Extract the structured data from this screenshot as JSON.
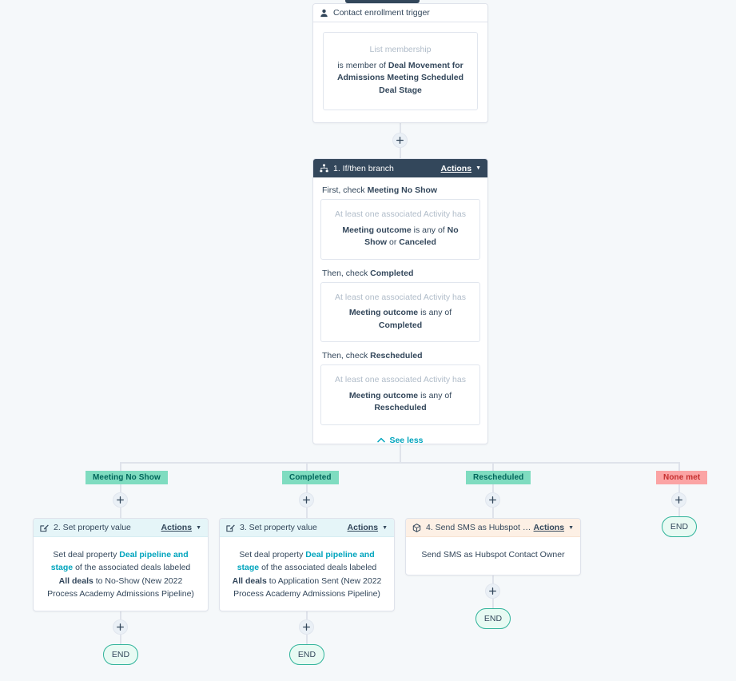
{
  "workflow": {
    "trigger": {
      "icon": "contact-person-icon",
      "title": "Contact enrollment trigger",
      "condition": {
        "muted": "List membership",
        "prefix": "is member of ",
        "bold": "Deal Movement for Admissions Meeting Scheduled Deal Stage"
      }
    },
    "branch": {
      "icon": "branch-sitemap-icon",
      "title": "1. If/then branch",
      "actions_label": "Actions",
      "see_less_label": "See less",
      "checks": [
        {
          "label_prefix": "First, check ",
          "label_bold": "Meeting No Show",
          "muted": "At least one associated Activity has",
          "parts": [
            {
              "text": "Meeting outcome",
              "bold": true
            },
            {
              "text": " is any of ",
              "bold": false
            },
            {
              "text": "No Show",
              "bold": true
            },
            {
              "text": " or ",
              "bold": false
            },
            {
              "text": "Canceled",
              "bold": true
            }
          ]
        },
        {
          "label_prefix": "Then, check ",
          "label_bold": "Completed",
          "muted": "At least one associated Activity has",
          "parts": [
            {
              "text": "Meeting outcome",
              "bold": true
            },
            {
              "text": " is any of ",
              "bold": false
            },
            {
              "text": "Completed",
              "bold": true
            }
          ]
        },
        {
          "label_prefix": "Then, check ",
          "label_bold": "Rescheduled",
          "muted": "At least one associated Activity has",
          "parts": [
            {
              "text": "Meeting outcome",
              "bold": true
            },
            {
              "text": " is any of ",
              "bold": false
            },
            {
              "text": "Rescheduled",
              "bold": true
            }
          ]
        }
      ]
    },
    "branch_labels": [
      {
        "text": "Meeting No Show",
        "type": "positive"
      },
      {
        "text": "Completed",
        "type": "positive"
      },
      {
        "text": "Rescheduled",
        "type": "positive"
      },
      {
        "text": "None met",
        "type": "negative"
      }
    ],
    "actions": [
      {
        "icon": "edit-property-icon",
        "title": "2. Set property value",
        "actions_label": "Actions",
        "head_style": "property",
        "body_parts": [
          {
            "text": "Set deal property ",
            "style": "plain"
          },
          {
            "text": "Deal pipeline and stage",
            "style": "link"
          },
          {
            "text": " of the associated deals labeled ",
            "style": "plain"
          },
          {
            "text": "All deals",
            "style": "bold"
          },
          {
            "text": " to No-Show (New 2022 Process Academy Admissions Pipeline)",
            "style": "plain"
          }
        ]
      },
      {
        "icon": "edit-property-icon",
        "title": "3. Set property value",
        "actions_label": "Actions",
        "head_style": "property",
        "body_parts": [
          {
            "text": "Set deal property ",
            "style": "plain"
          },
          {
            "text": "Deal pipeline and stage",
            "style": "link"
          },
          {
            "text": " of the associated deals labeled ",
            "style": "plain"
          },
          {
            "text": "All deals",
            "style": "bold"
          },
          {
            "text": " to Application Sent (New 2022 Process Academy Admissions Pipeline)",
            "style": "plain"
          }
        ]
      },
      {
        "icon": "integration-cube-icon",
        "title": "4. Send SMS as Hubspot Contact...",
        "actions_label": "Actions",
        "head_style": "integration",
        "body_parts": [
          {
            "text": "Send SMS as Hubspot Contact Owner",
            "style": "plain"
          }
        ]
      }
    ],
    "end_nodes": [
      {
        "label": "END"
      },
      {
        "label": "END"
      },
      {
        "label": "END"
      },
      {
        "label": "END"
      }
    ],
    "add_step_tooltip": "+"
  },
  "colors": {
    "page_background": "#f5f8fa",
    "header_navy": "#33475b",
    "connector": "#dfe3eb",
    "link_teal": "#00a4bd",
    "badge_positive_bg": "#7fdcc0",
    "badge_positive_text": "#00655a",
    "badge_negative_bg": "#fba4a4",
    "badge_negative_text": "#c52f2f",
    "end_border": "#2fb39a",
    "end_fill": "#e8faf3",
    "property_head": "#e5f5f8",
    "integration_head": "#fdf0e5"
  }
}
